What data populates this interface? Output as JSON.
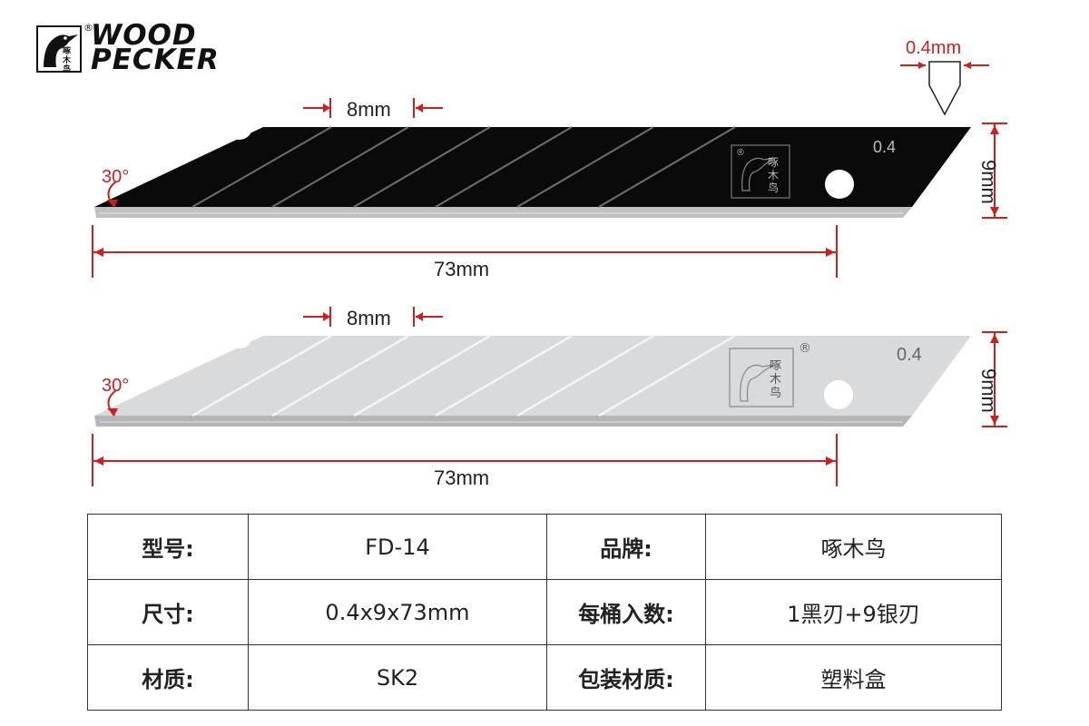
{
  "brand": {
    "line1": "WOOD",
    "line2": "PECKER",
    "reg": "®",
    "mark_text": "啄木鸟"
  },
  "thickness_label": "0.4mm",
  "blades": [
    {
      "color": "black",
      "fill": "#0a0a0a",
      "stamp_reg": "®",
      "stamp_text": "啄木鸟",
      "thickness_mark": "0.4",
      "angle_label": "30°",
      "segment_label": "8mm",
      "length_label": "73mm",
      "width_label": "9mm"
    },
    {
      "color": "silver",
      "fill": "#d9dadc",
      "stamp_reg": "®",
      "stamp_text": "啄木鸟",
      "thickness_mark": "0.4",
      "angle_label": "30°",
      "segment_label": "8mm",
      "length_label": "73mm",
      "width_label": "9mm"
    }
  ],
  "accent_color": "#cc1f1f",
  "specs": {
    "rows": [
      {
        "k1": "型号:",
        "v1": "FD-14",
        "k2": "品牌:",
        "v2": "啄木鸟"
      },
      {
        "k1": "尺寸:",
        "v1": "0.4x9x73mm",
        "k2": "每桶入数:",
        "v2": "1黑刃+9银刃"
      },
      {
        "k1": "材质:",
        "v1": "SK2",
        "k2": "包装材质:",
        "v2": "塑料盒"
      }
    ]
  }
}
